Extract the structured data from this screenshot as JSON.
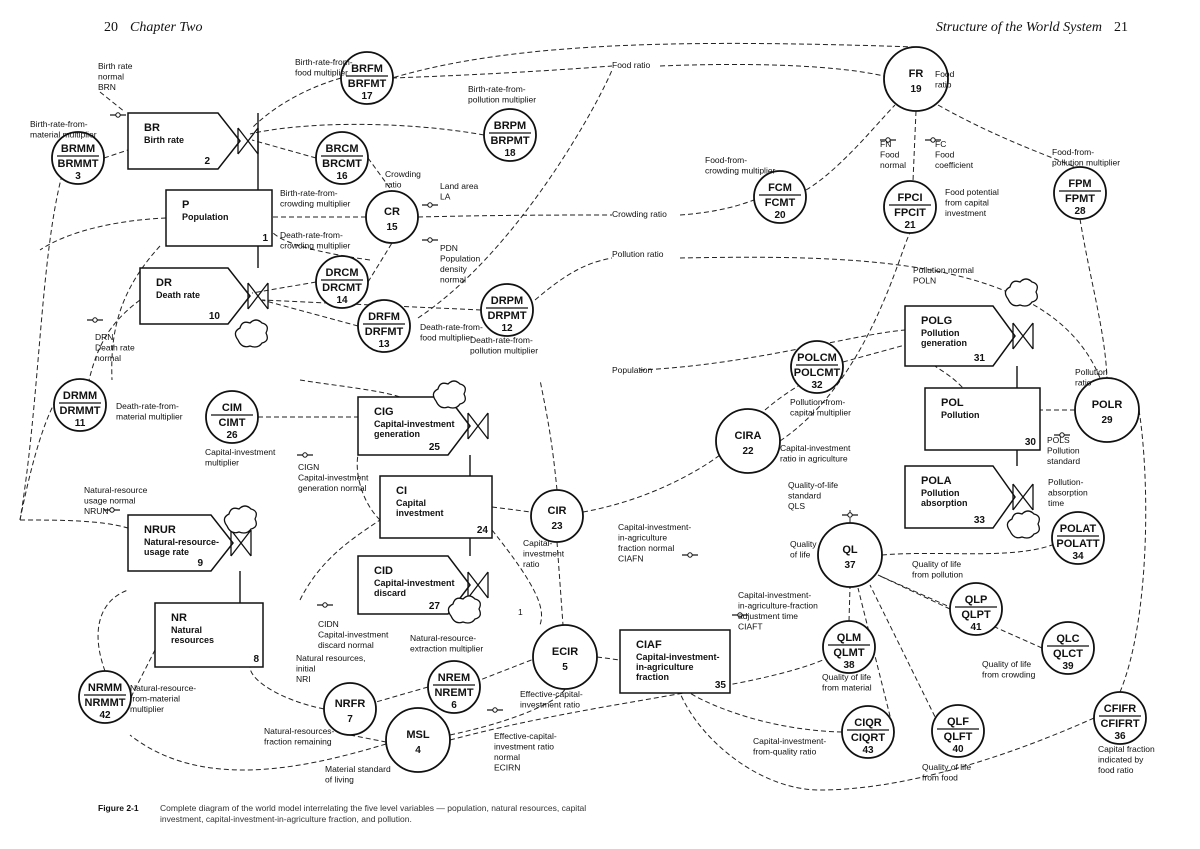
{
  "header": {
    "left_page": "20",
    "left_title": "Chapter Two",
    "right_title": "Structure of the World System",
    "right_page": "21"
  },
  "caption": {
    "figure": "Figure 2-1",
    "text": "Complete diagram of the world model interrelating the five level variables — population, natural resources, capital investment, capital-investment-in-agriculture fraction, and pollution."
  },
  "levels": [
    {
      "id": "BR",
      "abbr": "BR",
      "desc": [
        "Birth rate"
      ],
      "num": "2",
      "shape": "rate"
    },
    {
      "id": "P",
      "abbr": "P",
      "desc": [
        "Population"
      ],
      "num": "1",
      "shape": "box"
    },
    {
      "id": "DR",
      "abbr": "DR",
      "desc": [
        "Death rate"
      ],
      "num": "10",
      "shape": "rate"
    },
    {
      "id": "CIG",
      "abbr": "CIG",
      "desc": [
        "Capital-investment",
        "generation"
      ],
      "num": "25",
      "shape": "rate"
    },
    {
      "id": "CI",
      "abbr": "CI",
      "desc": [
        "Capital",
        "investment"
      ],
      "num": "24",
      "shape": "box"
    },
    {
      "id": "CID",
      "abbr": "CID",
      "desc": [
        "Capital-investment",
        "discard"
      ],
      "num": "27",
      "shape": "rate"
    },
    {
      "id": "NRUR",
      "abbr": "NRUR",
      "desc": [
        "Natural-resource-",
        "usage rate"
      ],
      "num": "9",
      "shape": "rate"
    },
    {
      "id": "NR",
      "abbr": "NR",
      "desc": [
        "Natural",
        "resources"
      ],
      "num": "8",
      "shape": "box"
    },
    {
      "id": "POLG",
      "abbr": "POLG",
      "desc": [
        "Pollution",
        "generation"
      ],
      "num": "31",
      "shape": "rate"
    },
    {
      "id": "POL",
      "abbr": "POL",
      "desc": [
        "Pollution"
      ],
      "num": "30",
      "shape": "box"
    },
    {
      "id": "POLA",
      "abbr": "POLA",
      "desc": [
        "Pollution",
        "absorption"
      ],
      "num": "33",
      "shape": "rate"
    },
    {
      "id": "CIAF",
      "abbr": "CIAF",
      "desc": [
        "Capital-investment-",
        "in-agriculture",
        "fraction"
      ],
      "num": "35",
      "shape": "box"
    }
  ],
  "circles": [
    {
      "id": "BRFM",
      "top": "BRFM",
      "bottom": "BRFMT",
      "num": "17"
    },
    {
      "id": "BRPM",
      "top": "BRPM",
      "bottom": "BRPMT",
      "num": "18"
    },
    {
      "id": "BRMM",
      "top": "BRMM",
      "bottom": "BRMMT",
      "num": "3"
    },
    {
      "id": "BRCM",
      "top": "BRCM",
      "bottom": "BRCMT",
      "num": "16"
    },
    {
      "id": "CR",
      "top": "CR",
      "bottom": "",
      "num": "15"
    },
    {
      "id": "DRCM",
      "top": "DRCM",
      "bottom": "DRCMT",
      "num": "14"
    },
    {
      "id": "DRFM",
      "top": "DRFM",
      "bottom": "DRFMT",
      "num": "13"
    },
    {
      "id": "DRPM",
      "top": "DRPM",
      "bottom": "DRPMT",
      "num": "12"
    },
    {
      "id": "FR",
      "top": "FR",
      "bottom": "",
      "num": "19"
    },
    {
      "id": "FCM",
      "top": "FCM",
      "bottom": "FCMT",
      "num": "20"
    },
    {
      "id": "FPCI",
      "top": "FPCI",
      "bottom": "FPCIT",
      "num": "21"
    },
    {
      "id": "FPM",
      "top": "FPM",
      "bottom": "FPMT",
      "num": "28"
    },
    {
      "id": "DRMM",
      "top": "DRMM",
      "bottom": "DRMMT",
      "num": "11"
    },
    {
      "id": "CIM",
      "top": "CIM",
      "bottom": "CIMT",
      "num": "26"
    },
    {
      "id": "POLCM",
      "top": "POLCM",
      "bottom": "POLCMT",
      "num": "32"
    },
    {
      "id": "POLR",
      "top": "POLR",
      "bottom": "",
      "num": "29"
    },
    {
      "id": "CIRA",
      "top": "CIRA",
      "bottom": "",
      "num": "22"
    },
    {
      "id": "CIR",
      "top": "CIR",
      "bottom": "",
      "num": "23"
    },
    {
      "id": "QL",
      "top": "QL",
      "bottom": "",
      "num": "37"
    },
    {
      "id": "POLAT",
      "top": "POLAT",
      "bottom": "POLATT",
      "num": "34"
    },
    {
      "id": "QLP",
      "top": "QLP",
      "bottom": "QLPT",
      "num": "41"
    },
    {
      "id": "QLC",
      "top": "QLC",
      "bottom": "QLCT",
      "num": "39"
    },
    {
      "id": "QLM",
      "top": "QLM",
      "bottom": "QLMT",
      "num": "38"
    },
    {
      "id": "ECIR",
      "top": "ECIR",
      "bottom": "",
      "num": "5"
    },
    {
      "id": "NREM",
      "top": "NREM",
      "bottom": "NREMT",
      "num": "6"
    },
    {
      "id": "NRFR",
      "top": "NRFR",
      "bottom": "",
      "num": "7"
    },
    {
      "id": "NRMM",
      "top": "NRMM",
      "bottom": "NRMMT",
      "num": "42"
    },
    {
      "id": "MSL",
      "top": "MSL",
      "bottom": "",
      "num": "4"
    },
    {
      "id": "CIQR",
      "top": "CIQR",
      "bottom": "CIQRT",
      "num": "43"
    },
    {
      "id": "QLF",
      "top": "QLF",
      "bottom": "QLFT",
      "num": "40"
    },
    {
      "id": "CFIFR",
      "top": "CFIFR",
      "bottom": "CFIFRT",
      "num": "36"
    }
  ],
  "labels": [
    {
      "id": "brn",
      "lines": [
        "Birth rate",
        "normal",
        "BRN"
      ]
    },
    {
      "id": "brmm",
      "lines": [
        "Birth-rate-from-",
        "material multiplier"
      ]
    },
    {
      "id": "brfm",
      "lines": [
        "Birth-rate-from-",
        "food multiplier"
      ]
    },
    {
      "id": "brpm",
      "lines": [
        "Birth-rate-from-",
        "pollution multiplier"
      ]
    },
    {
      "id": "food-ratio-top",
      "lines": [
        "Food ratio"
      ]
    },
    {
      "id": "fr",
      "lines": [
        "Food",
        "ratio"
      ]
    },
    {
      "id": "fn",
      "lines": [
        "FN",
        "Food",
        "normal"
      ]
    },
    {
      "id": "fc",
      "lines": [
        "FC",
        "Food",
        "coefficient"
      ]
    },
    {
      "id": "fcm",
      "lines": [
        "Food-from-",
        "crowding multiplier"
      ]
    },
    {
      "id": "fpm",
      "lines": [
        "Food-from-",
        "pollution multiplier"
      ]
    },
    {
      "id": "fpci",
      "lines": [
        "Food potential",
        "from capital",
        "investment"
      ]
    },
    {
      "id": "crowd-ratio",
      "lines": [
        "Crowding",
        "ratio"
      ]
    },
    {
      "id": "la",
      "lines": [
        "Land area",
        "LA"
      ]
    },
    {
      "id": "brcm",
      "lines": [
        "Birth-rate-from-",
        "crowding multiplier"
      ]
    },
    {
      "id": "drcm",
      "lines": [
        "Death-rate-from-",
        "crowding multiplier"
      ]
    },
    {
      "id": "pdn",
      "lines": [
        "PDN",
        "Population",
        "density",
        "normal"
      ]
    },
    {
      "id": "crowding-ratio-mid",
      "lines": [
        "Crowding ratio"
      ]
    },
    {
      "id": "pollution-ratio-mid",
      "lines": [
        "Pollution ratio"
      ]
    },
    {
      "id": "drn",
      "lines": [
        "DRN",
        "Death rate",
        "normal"
      ]
    },
    {
      "id": "drfm",
      "lines": [
        "Death-rate-from-",
        "food multiplier"
      ]
    },
    {
      "id": "drpm",
      "lines": [
        "Death-rate-from-",
        "pollution multiplier"
      ]
    },
    {
      "id": "poln",
      "lines": [
        "Pollution normal",
        "POLN"
      ]
    },
    {
      "id": "population-mid",
      "lines": [
        "Population"
      ]
    },
    {
      "id": "drmm",
      "lines": [
        "Death-rate-from-",
        "material multiplier"
      ]
    },
    {
      "id": "cim",
      "lines": [
        "Capital-investment",
        "multiplier"
      ]
    },
    {
      "id": "cign",
      "lines": [
        "CIGN",
        "Capital-investment",
        "generation normal"
      ]
    },
    {
      "id": "polcm",
      "lines": [
        "Pollution-from-",
        "capital multiplier"
      ]
    },
    {
      "id": "polr",
      "lines": [
        "Pollution",
        "ratio"
      ]
    },
    {
      "id": "pols",
      "lines": [
        "POLS",
        "Pollution",
        "standard"
      ]
    },
    {
      "id": "cira",
      "lines": [
        "Capital-investment",
        "ratio in agriculture"
      ]
    },
    {
      "id": "qls",
      "lines": [
        "Quality-of-life",
        "standard",
        "QLS"
      ]
    },
    {
      "id": "polat",
      "lines": [
        "Pollution-",
        "absorption",
        "time"
      ]
    },
    {
      "id": "nrun",
      "lines": [
        "Natural-resource",
        "usage normal",
        "NRUN"
      ]
    },
    {
      "id": "cir",
      "lines": [
        "Capital-",
        "investment",
        "ratio"
      ]
    },
    {
      "id": "ciafn",
      "lines": [
        "Capital-investment-",
        "in-agriculture",
        "fraction normal",
        "CIAFN"
      ]
    },
    {
      "id": "ql",
      "lines": [
        "Quality",
        "of life"
      ]
    },
    {
      "id": "qlp",
      "lines": [
        "Quality of life",
        "from pollution"
      ]
    },
    {
      "id": "ciaft",
      "lines": [
        "Capital-investment-",
        "in-agriculture-fraction",
        "adjustment time",
        "CIAFT"
      ]
    },
    {
      "id": "cidn",
      "lines": [
        "CIDN",
        "Capital-investment",
        "discard normal"
      ]
    },
    {
      "id": "nrem",
      "lines": [
        "Natural-resource-",
        "extraction multiplier"
      ]
    },
    {
      "id": "nri",
      "lines": [
        "Natural resources,",
        "initial",
        "NRI"
      ]
    },
    {
      "id": "one",
      "lines": [
        "1"
      ]
    },
    {
      "id": "nrmm",
      "lines": [
        "Natural-resource-",
        "from-material",
        "multiplier"
      ]
    },
    {
      "id": "ecir",
      "lines": [
        "Effective-capital-",
        "investment ratio"
      ]
    },
    {
      "id": "qlm",
      "lines": [
        "Quality of life",
        "from material"
      ]
    },
    {
      "id": "qlc",
      "lines": [
        "Quality of life",
        "from crowding"
      ]
    },
    {
      "id": "nrfr",
      "lines": [
        "Natural-resources-",
        "fraction remaining"
      ]
    },
    {
      "id": "ecirn",
      "lines": [
        "Effective-capital-",
        "investment ratio",
        "normal",
        "ECIRN"
      ]
    },
    {
      "id": "msl",
      "lines": [
        "Material standard",
        "of living"
      ]
    },
    {
      "id": "ciqr",
      "lines": [
        "Capital-investment-",
        "from-quality ratio"
      ]
    },
    {
      "id": "qlf",
      "lines": [
        "Quality of life",
        "from food"
      ]
    },
    {
      "id": "cfifr",
      "lines": [
        "Capital fraction",
        "indicated by",
        "food ratio"
      ]
    }
  ]
}
